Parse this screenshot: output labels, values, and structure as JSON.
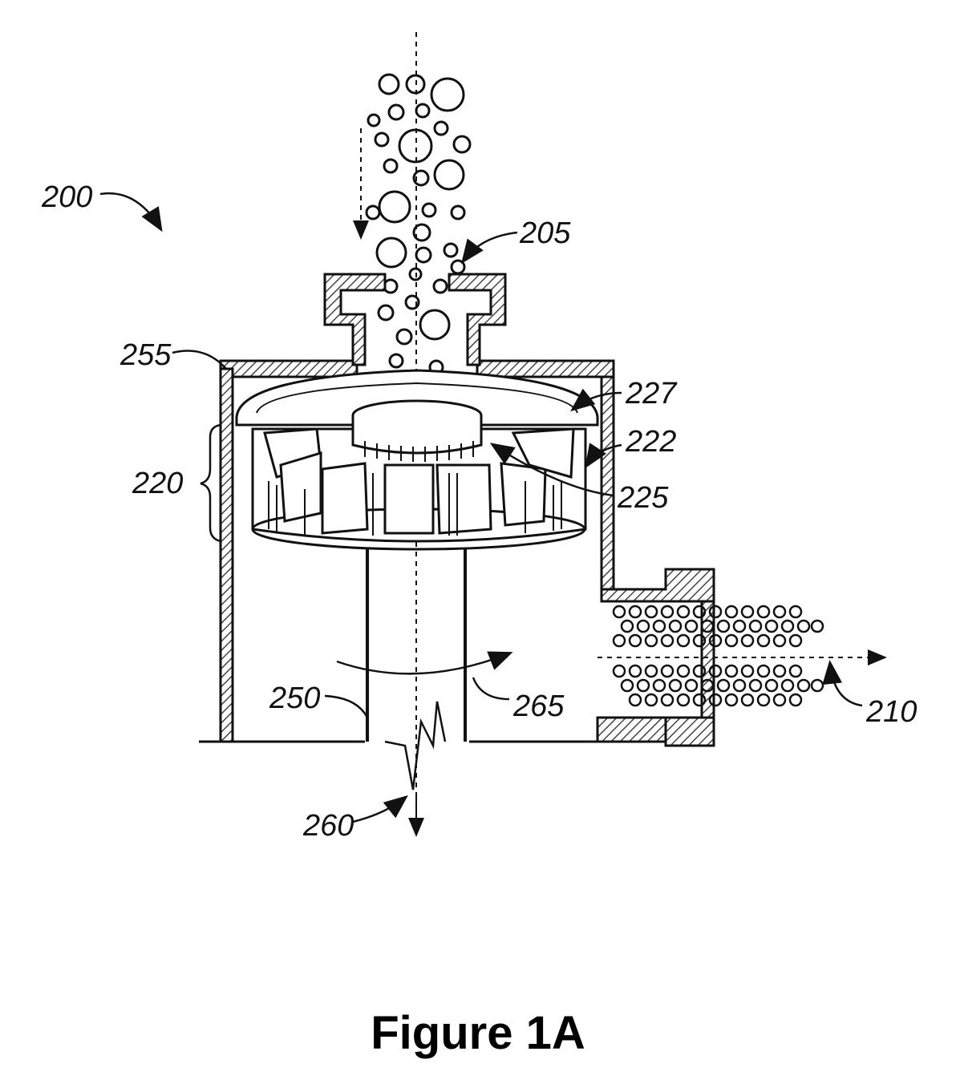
{
  "figure": {
    "caption": "Figure 1A",
    "ink_color": "#111111",
    "hatch_color": "#444444",
    "labels": {
      "assembly": "200",
      "inlet": "205",
      "outlet": "210",
      "rotor_bracket": "220",
      "blade": "222",
      "hub": "225",
      "cover": "227",
      "shaft": "250",
      "housing": "255",
      "drain": "260",
      "rotation": "265"
    }
  }
}
